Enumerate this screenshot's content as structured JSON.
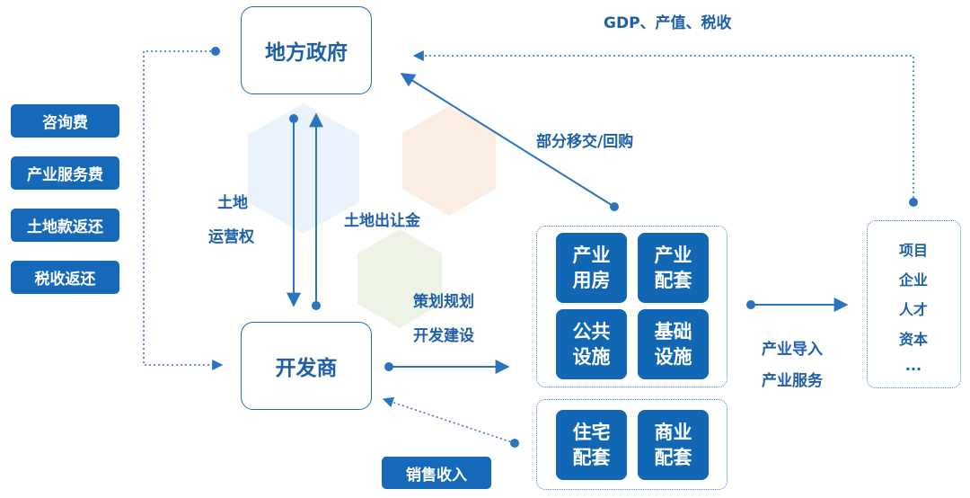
{
  "nodes": {
    "government": "地方政府",
    "developer": "开发商"
  },
  "fees": [
    "咨询费",
    "产业服务费",
    "土地款返还",
    "税收返还"
  ],
  "labels": {
    "gdp_tax": "GDP、产值、税收",
    "transfer_buyback": "部分移交/回购",
    "land_line1": "土地",
    "land_line2": "运营权",
    "land_grant": "土地出让金",
    "planning_line1": "策划规划",
    "planning_line2": "开发建设",
    "industry_import": "产业导入",
    "industry_service": "产业服务"
  },
  "industry_tiles": [
    {
      "line1": "产业",
      "line2": "用房"
    },
    {
      "line1": "产业",
      "line2": "配套"
    },
    {
      "line1": "公共",
      "line2": "设施"
    },
    {
      "line1": "基础",
      "line2": "设施"
    }
  ],
  "residential_tiles": [
    {
      "line1": "住宅",
      "line2": "配套"
    },
    {
      "line1": "商业",
      "line2": "配套"
    }
  ],
  "sales_revenue": "销售收入",
  "resources": [
    "项目",
    "企业",
    "人才",
    "资本",
    "..."
  ],
  "colors": {
    "primary": "#1267b4",
    "text": "#1f5fa8",
    "line": "#2a73bd"
  }
}
